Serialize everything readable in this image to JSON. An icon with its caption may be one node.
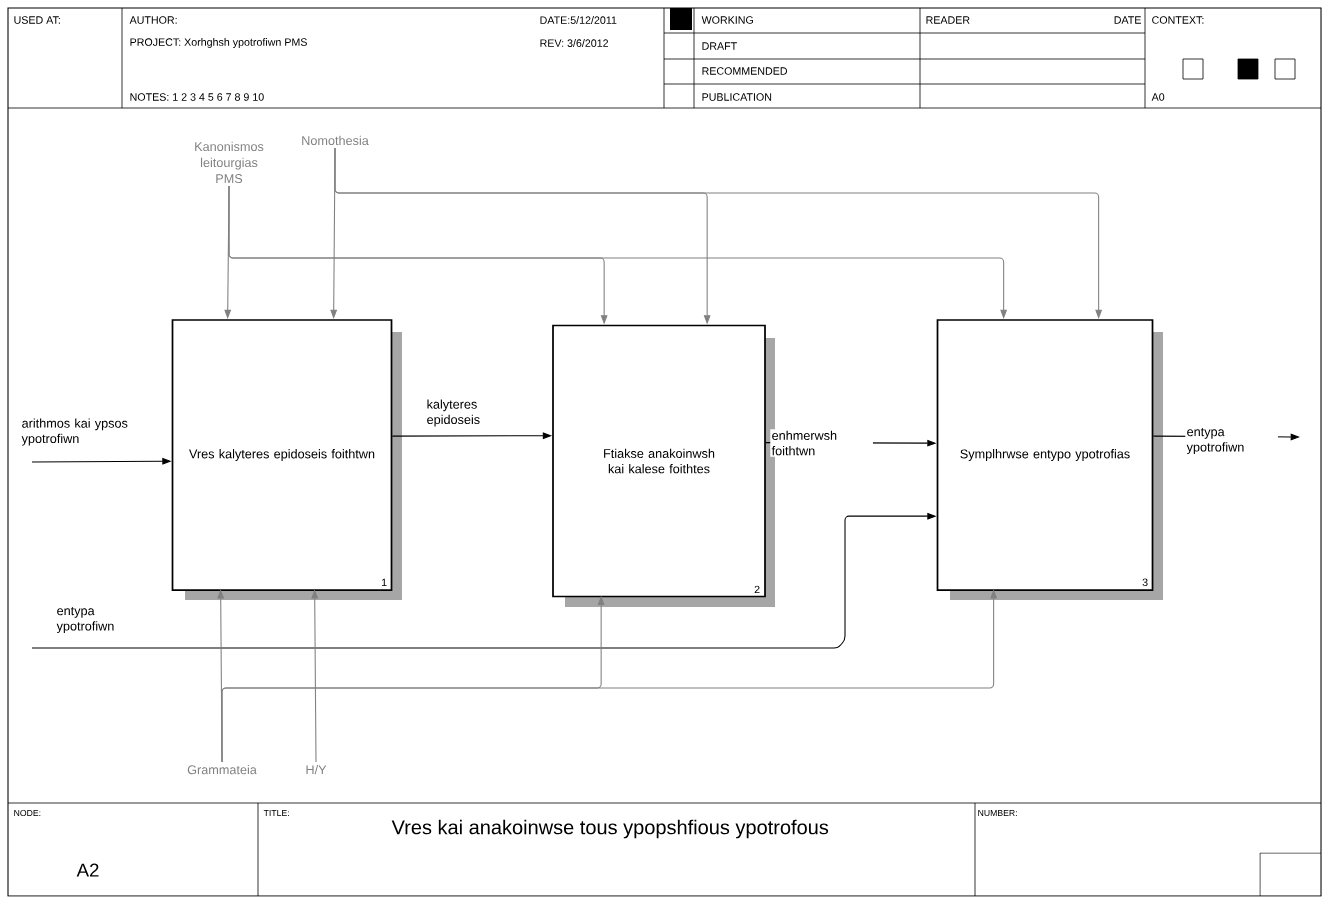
{
  "diagram": {
    "title": "Vres kai anakoinwse tous ypopshfious ypotrofous",
    "nodes": [
      {
        "text": [
          "Vres kalyteres epidoseis foithtwn",
          "1"
        ]
      },
      {
        "text": [
          "Ftiakse anakoinwsh kai kalese foithtes",
          "2"
        ]
      },
      {
        "text": [
          "Symplhrwse entypo ypotrofias",
          "3"
        ]
      },
      {
        "text": [
          "Kanonismos leitourgias PMS"
        ]
      },
      {
        "text": [
          "Nomothesia"
        ]
      },
      {
        "text": [
          "Grammateia"
        ]
      },
      {
        "text": [
          "H/Y"
        ]
      }
    ],
    "edges": [
      {
        "from": null,
        "to": 0,
        "arrow": "to",
        "label": "arithmos kai ypsos ypotrofiwn",
        "color": "#000000"
      },
      {
        "from": 0,
        "to": 1,
        "arrow": "to",
        "label": "kalyteres epidoseis",
        "color": "#000000"
      },
      {
        "from": 1,
        "to": 2,
        "arrow": "to",
        "label": "enhmerwsh foithtwn",
        "color": "#000000"
      },
      {
        "from": 2,
        "to": null,
        "arrow": "to",
        "label": "entypa ypotrofiwn",
        "color": "#000000"
      },
      {
        "from": null,
        "to": 2,
        "arrow": "to",
        "label": "entypa ypotrofiwn",
        "color": "#000000"
      },
      {
        "from": 3,
        "to": 0,
        "arrow": "to"
      },
      {
        "from": 3,
        "to": 1,
        "arrow": "to"
      },
      {
        "from": 3,
        "to": 2,
        "arrow": "to"
      },
      {
        "from": 4,
        "to": 0,
        "arrow": "to"
      },
      {
        "from": 4,
        "to": 1,
        "arrow": "to"
      },
      {
        "from": 4,
        "to": 2,
        "arrow": "to"
      },
      {
        "from": 5,
        "to": 0,
        "arrow": "to"
      },
      {
        "from": 5,
        "to": 1,
        "arrow": "to"
      },
      {
        "from": 5,
        "to": 2,
        "arrow": "to"
      },
      {
        "from": 6,
        "to": 0,
        "arrow": "to"
      }
    ],
    "labels": [
      "USED AT:",
      "AUTHOR:",
      "DATE:5/12/2011",
      "WORKING",
      "READER",
      "DATE",
      "CONTEXT:",
      "PROJECT: Xorhghsh ypotrofiwn PMS",
      "REV: 3/6/2012",
      "DRAFT",
      "RECOMMENDED",
      "NOTES: 1 2 3 4 5 6 7 8 9 10",
      "PUBLICATION",
      "A0",
      "NODE:",
      "TITLE:",
      "NUMBER:",
      "A2"
    ]
  }
}
